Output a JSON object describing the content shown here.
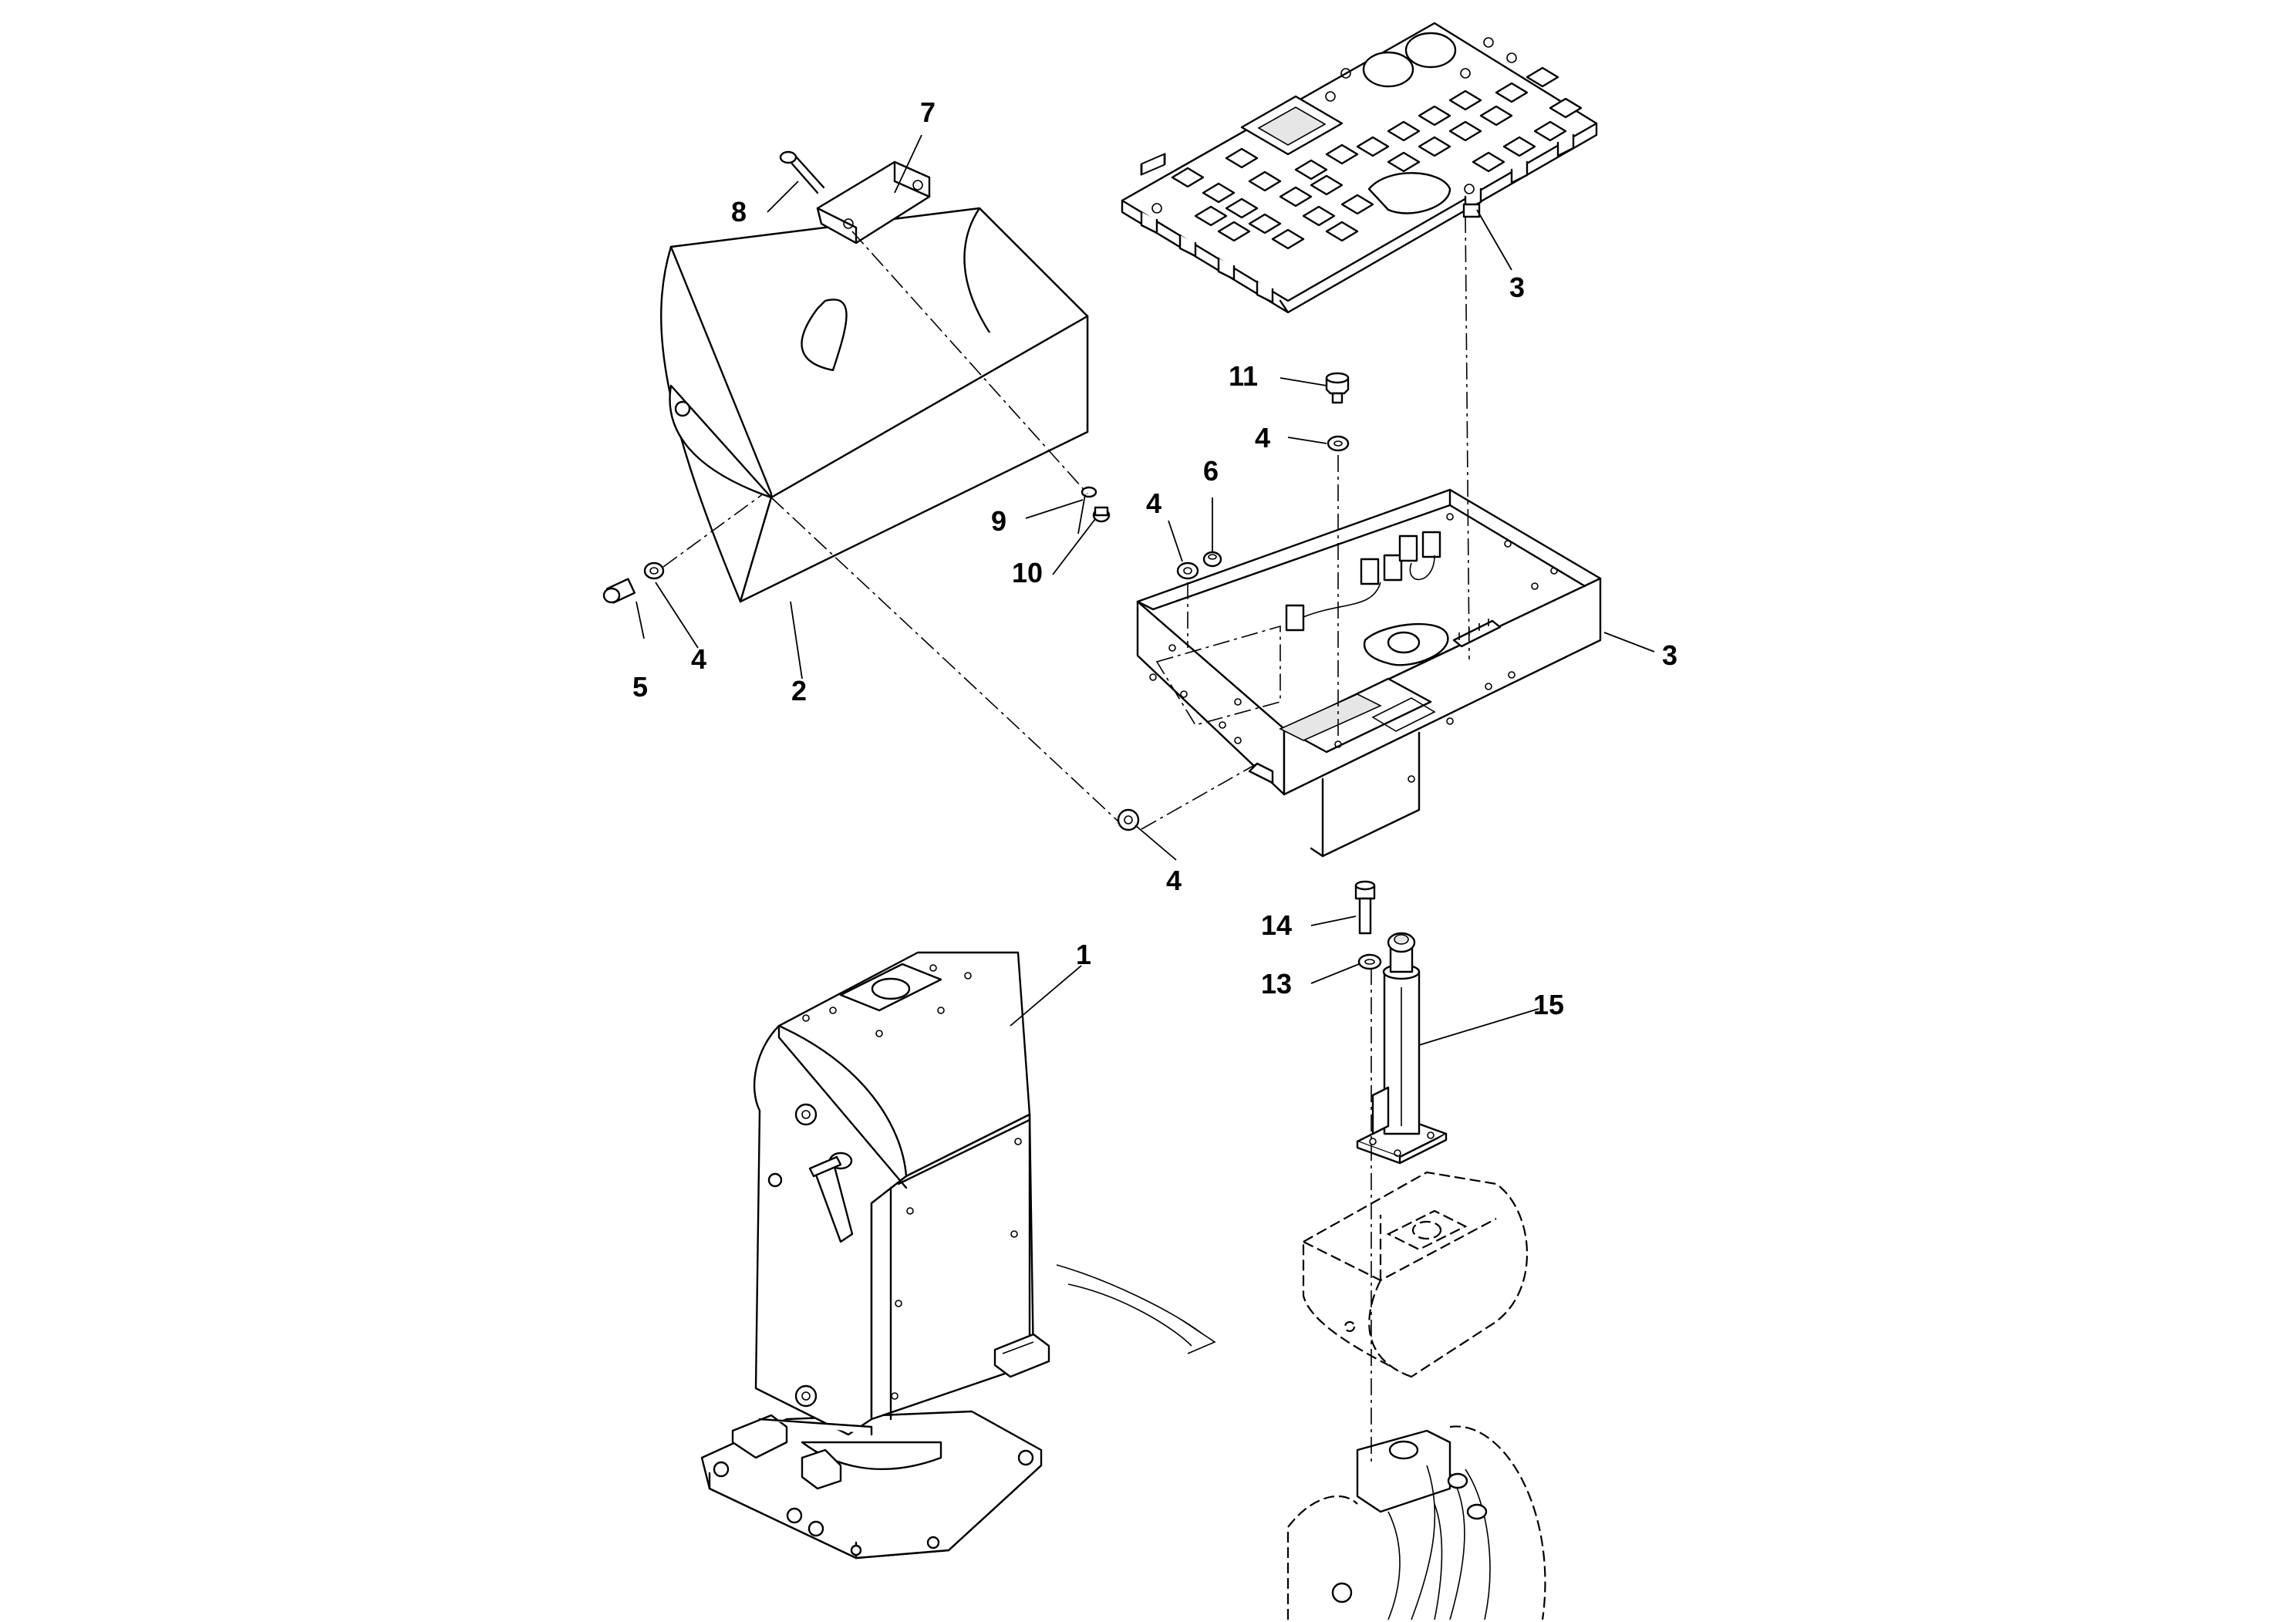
{
  "callouts": {
    "c1": "1",
    "c2": "2",
    "c3a": "3",
    "c3b": "3",
    "c4a": "4",
    "c4b": "4",
    "c4c": "4",
    "c4d": "4",
    "c5": "5",
    "c6": "6",
    "c7": "7",
    "c8": "8",
    "c9": "9",
    "c10": "10",
    "c11": "11",
    "c13": "13",
    "c14": "14",
    "c15": "15"
  }
}
